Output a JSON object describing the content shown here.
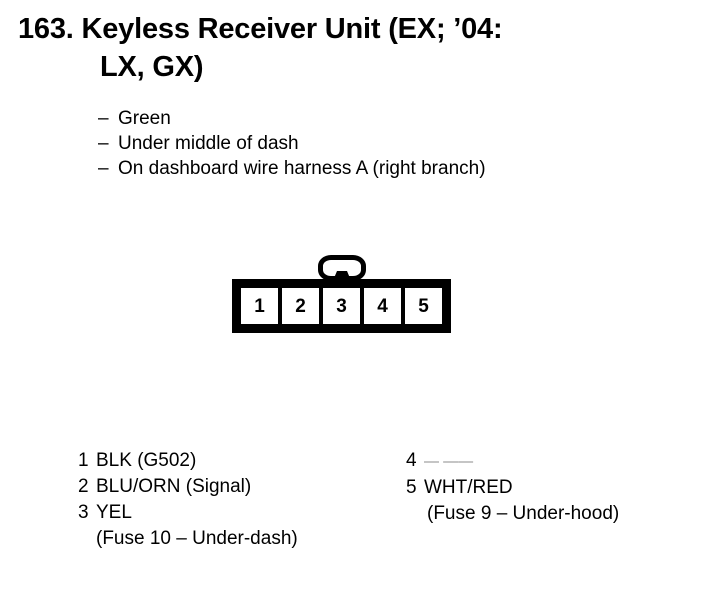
{
  "header": {
    "item_number": "163.",
    "title_line_1": "163.  Keyless Receiver Unit (EX; ’04:",
    "title_line_2": "LX, GX)"
  },
  "details": {
    "bullets": [
      {
        "mark": "–",
        "text": "Green"
      },
      {
        "mark": "–",
        "text": "Under middle of dash"
      },
      {
        "mark": "–",
        "text": "On dashboard wire harness A (right branch)"
      }
    ]
  },
  "connector": {
    "pin_count": 5,
    "pins": [
      "1",
      "2",
      "3",
      "4",
      "5"
    ],
    "latch_position": "top-center",
    "outline_color": "#000000",
    "fill_color": "#ffffff"
  },
  "legend": {
    "left_column": [
      {
        "number": "1",
        "label": "BLK (G502)",
        "sub": ""
      },
      {
        "number": "2",
        "label": "BLU/ORN (Signal)",
        "sub": ""
      },
      {
        "number": "3",
        "label": "YEL",
        "sub": "(Fuse 10 – Under-dash)"
      }
    ],
    "right_column": [
      {
        "number": "4",
        "label": "— ——",
        "sub": ""
      },
      {
        "number": "5",
        "label": "WHT/RED",
        "sub": "(Fuse 9 – Under-hood)"
      }
    ]
  }
}
